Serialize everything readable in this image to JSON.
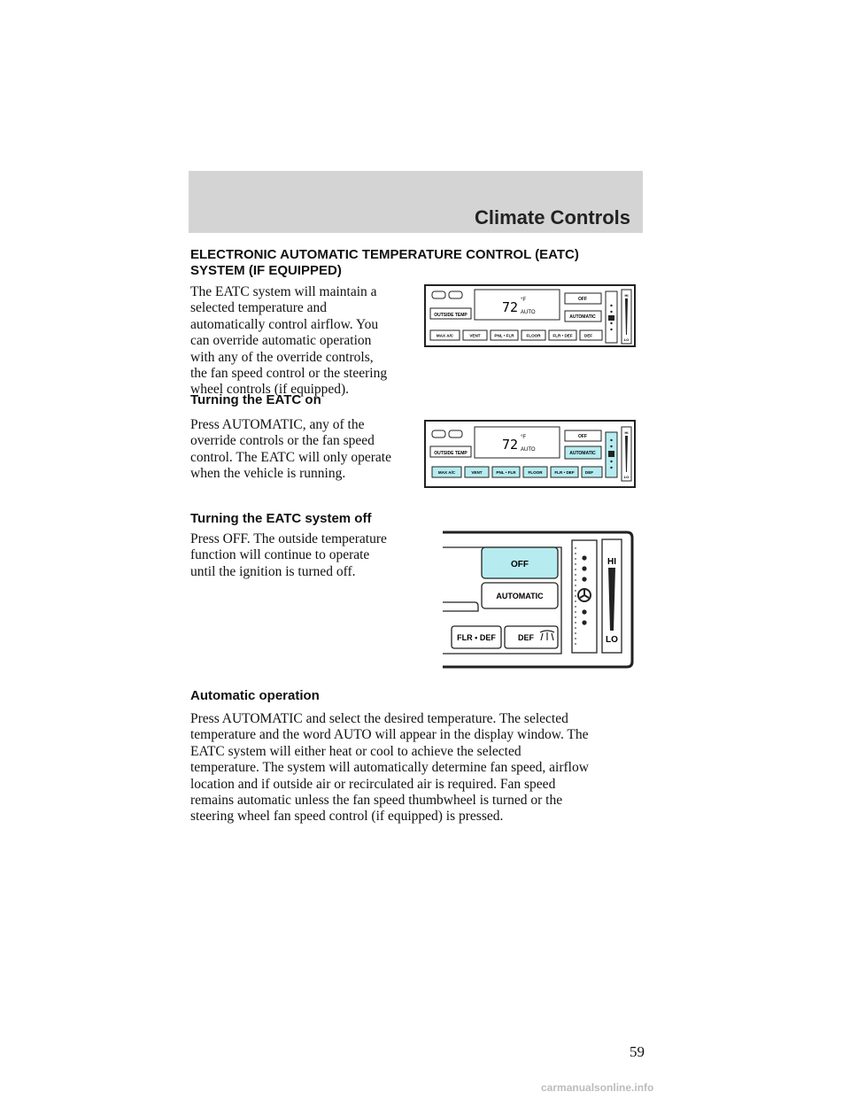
{
  "header": {
    "title": "Climate Controls"
  },
  "section": {
    "title": "ELECTRONIC AUTOMATIC TEMPERATURE CONTROL (EATC) SYSTEM (IF EQUIPPED)"
  },
  "intro": [
    "The EATC system will maintain a",
    "selected temperature and",
    "automatically control airflow. You",
    "can override automatic operation",
    "with any of the override controls,",
    "the fan speed control or the steering",
    "wheel controls (if equipped)."
  ],
  "turning_on": {
    "heading": "Turning the EATC on",
    "lines": [
      "Press AUTOMATIC, any of the",
      "override controls or the fan speed",
      "control. The EATC will only operate",
      "when the vehicle is running."
    ]
  },
  "turning_off": {
    "heading": "Turning the EATC system off",
    "lines": [
      "Press OFF. The outside temperature",
      "function will continue to operate",
      "until the ignition is turned off."
    ]
  },
  "automatic": {
    "heading": "Automatic operation",
    "lines": [
      "Press AUTOMATIC and select the desired temperature. The selected",
      "temperature and the word AUTO will appear in the display window. The",
      "EATC system will either heat or cool to achieve the selected",
      "temperature. The system will automatically determine fan speed, airflow",
      "location and if outside air or recirculated air is required. Fan speed",
      "remains automatic unless the fan speed thumbwheel is turned or the",
      "steering wheel fan speed control (if equipped) is pressed."
    ]
  },
  "panel": {
    "display_temp": "72",
    "display_unit": "°F",
    "display_mode": "AUTO",
    "outside_temp": "OUTSIDE TEMP",
    "off": "OFF",
    "automatic": "AUTOMATIC",
    "max_ac": "MAX A/C",
    "vent": "VENT",
    "pnl_flr": "PNL • FLR",
    "floor": "FLOOR",
    "flr_def": "FLR • DEF",
    "def": "DEF",
    "hi": "HI",
    "lo": "LO",
    "highlight_color": "#b6ecf0"
  },
  "page_number": "59",
  "footer": "carmanualsonline.info"
}
